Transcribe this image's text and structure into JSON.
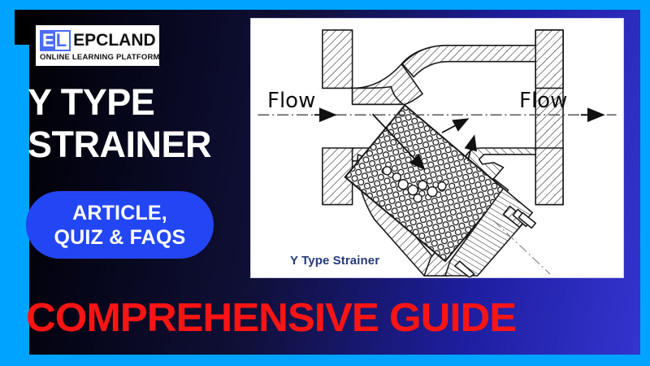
{
  "thumbnail": {
    "colors": {
      "frame": "#00a3ff",
      "bg_gradient_start": "#000000",
      "bg_gradient_end": "#3434cf",
      "pill": "#2346f5",
      "banner_text": "#ff1414",
      "caption": "#253a7a",
      "logo_blue": "#4a6cf7"
    }
  },
  "logo": {
    "mark_e": "E",
    "mark_l": "L",
    "brand": "EPCLAND",
    "tagline": "ONLINE LEARNING PLATFORM"
  },
  "headline": {
    "line1": "Y TYPE",
    "line2": "STRAINER"
  },
  "pill": {
    "line1": "ARTICLE,",
    "line2": "QUIZ & FAQS"
  },
  "banner": {
    "text": "COMPREHENSIVE GUIDE"
  },
  "figure": {
    "caption": "Y Type Strainer",
    "flow_in_label": "Flow",
    "flow_out_label": "Flow",
    "alt": "Cross-section cutaway drawing of a Y type strainer showing inlet and outlet flanged pipe, hatched body walls, an inclined perforated mesh screen basket, trapped debris particles, a bolted blow-off cap, and dash-dot centerline with flow direction arrows"
  }
}
